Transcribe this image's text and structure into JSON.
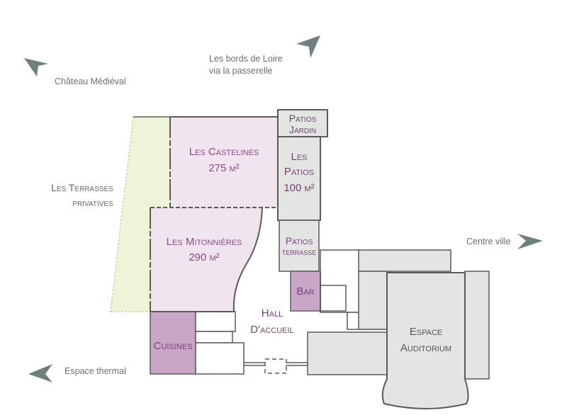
{
  "colors": {
    "terrace": "#eef4d8",
    "room_pink": "#f0e4ee",
    "room_grey": "#e3e5e3",
    "room_mauve": "#c9a6c8",
    "wall": "#5a5a5a",
    "label_purple": "#7a3f7a",
    "label_grey": "#6f6f6f"
  },
  "directions": [
    {
      "id": "chateau",
      "lines": [
        "Château Médiéval"
      ],
      "arrow": "arrow-up-left-icon"
    },
    {
      "id": "loire",
      "lines": [
        "Les bords de Loire",
        "via la passerelle"
      ],
      "arrow": "arrow-up-right-icon"
    },
    {
      "id": "centre",
      "lines": [
        "Centre ville"
      ],
      "arrow": "arrow-right-icon"
    },
    {
      "id": "thermal",
      "lines": [
        "Espace thermal"
      ],
      "arrow": "arrow-left-icon"
    }
  ],
  "rooms": {
    "terrasses": {
      "lines": [
        "Les Terrasses",
        "privatives"
      ]
    },
    "castelines": {
      "lines": [
        "Les Castelines",
        "275 m²"
      ]
    },
    "mitonnieres": {
      "lines": [
        "Les Mitonnières",
        "290 m²"
      ]
    },
    "patios_jardin": {
      "lines": [
        "Patios",
        "Jardin"
      ]
    },
    "patios": {
      "lines": [
        "Les",
        "Patios",
        "100 m²"
      ]
    },
    "patios_terrasse": {
      "lines": [
        "Patios",
        "terrasse"
      ]
    },
    "bar": {
      "lines": [
        "Bar"
      ]
    },
    "hall": {
      "lines": [
        "Hall",
        "D'accueil"
      ]
    },
    "cuisines": {
      "lines": [
        "Cuisines"
      ]
    },
    "auditorium": {
      "lines": [
        "Espace",
        "Auditorium"
      ]
    }
  }
}
